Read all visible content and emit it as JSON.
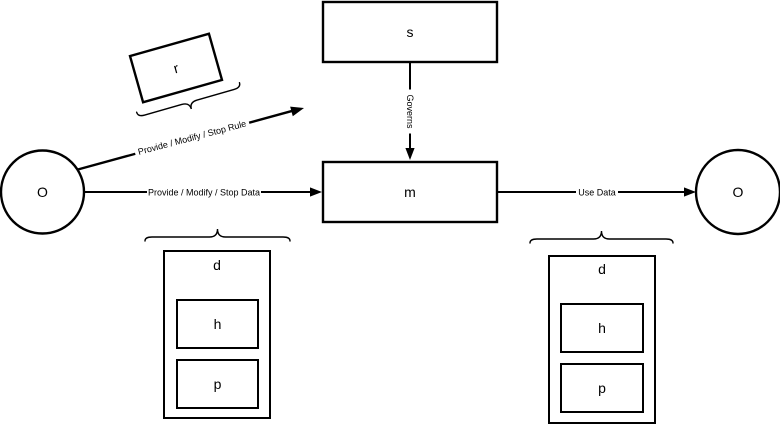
{
  "colors": {
    "ink": "#000000",
    "background": "#ffffff"
  },
  "nodes": {
    "actor_left": {
      "label": "O"
    },
    "actor_right": {
      "label": "O"
    },
    "rule_box": {
      "label": "r"
    },
    "s_box": {
      "label": "s"
    },
    "m_box": {
      "label": "m"
    },
    "d_left": {
      "label": "d",
      "h_label": "h",
      "p_label": "p"
    },
    "d_right": {
      "label": "d",
      "h_label": "h",
      "p_label": "p"
    }
  },
  "edges": {
    "provide_rule": {
      "label": "Provide / Modify / Stop Rule"
    },
    "provide_data": {
      "label": "Provide / Modify / Stop Data"
    },
    "governs": {
      "label": "Governs"
    },
    "use_data": {
      "label": "Use Data"
    }
  }
}
